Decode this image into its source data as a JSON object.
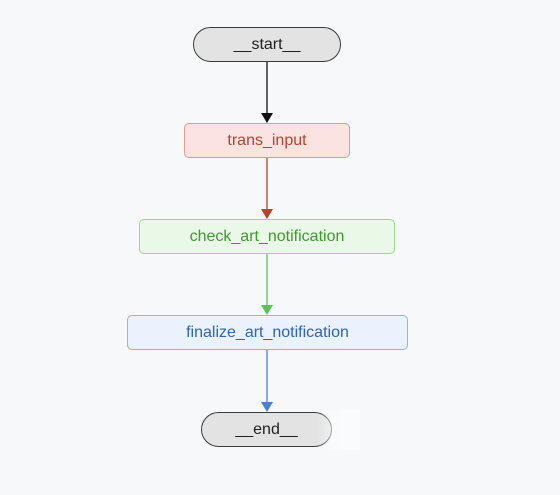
{
  "diagram": {
    "nodes": [
      {
        "id": "start",
        "label": "__start__",
        "kind": "terminal"
      },
      {
        "id": "trans",
        "label": "trans_input",
        "kind": "step",
        "color": "#b5432e",
        "fill": "#fbe3e2",
        "border": "#e39a92"
      },
      {
        "id": "check",
        "label": "check_art_notification",
        "kind": "step",
        "color": "#3d9a2f",
        "fill": "#eaf8e7",
        "border": "#9bd98f"
      },
      {
        "id": "final",
        "label": "finalize_art_notification",
        "kind": "step",
        "color": "#2f63b8",
        "fill": "#eaf2fd",
        "border": "#8fb3e6"
      },
      {
        "id": "end",
        "label": "__end__",
        "kind": "terminal"
      }
    ],
    "edges": [
      {
        "from": "start",
        "to": "trans",
        "color": "#111111"
      },
      {
        "from": "trans",
        "to": "check",
        "color": "#b5432e"
      },
      {
        "from": "check",
        "to": "final",
        "color": "#5cc35a"
      },
      {
        "from": "final",
        "to": "end",
        "color": "#4a7fd6"
      }
    ]
  }
}
